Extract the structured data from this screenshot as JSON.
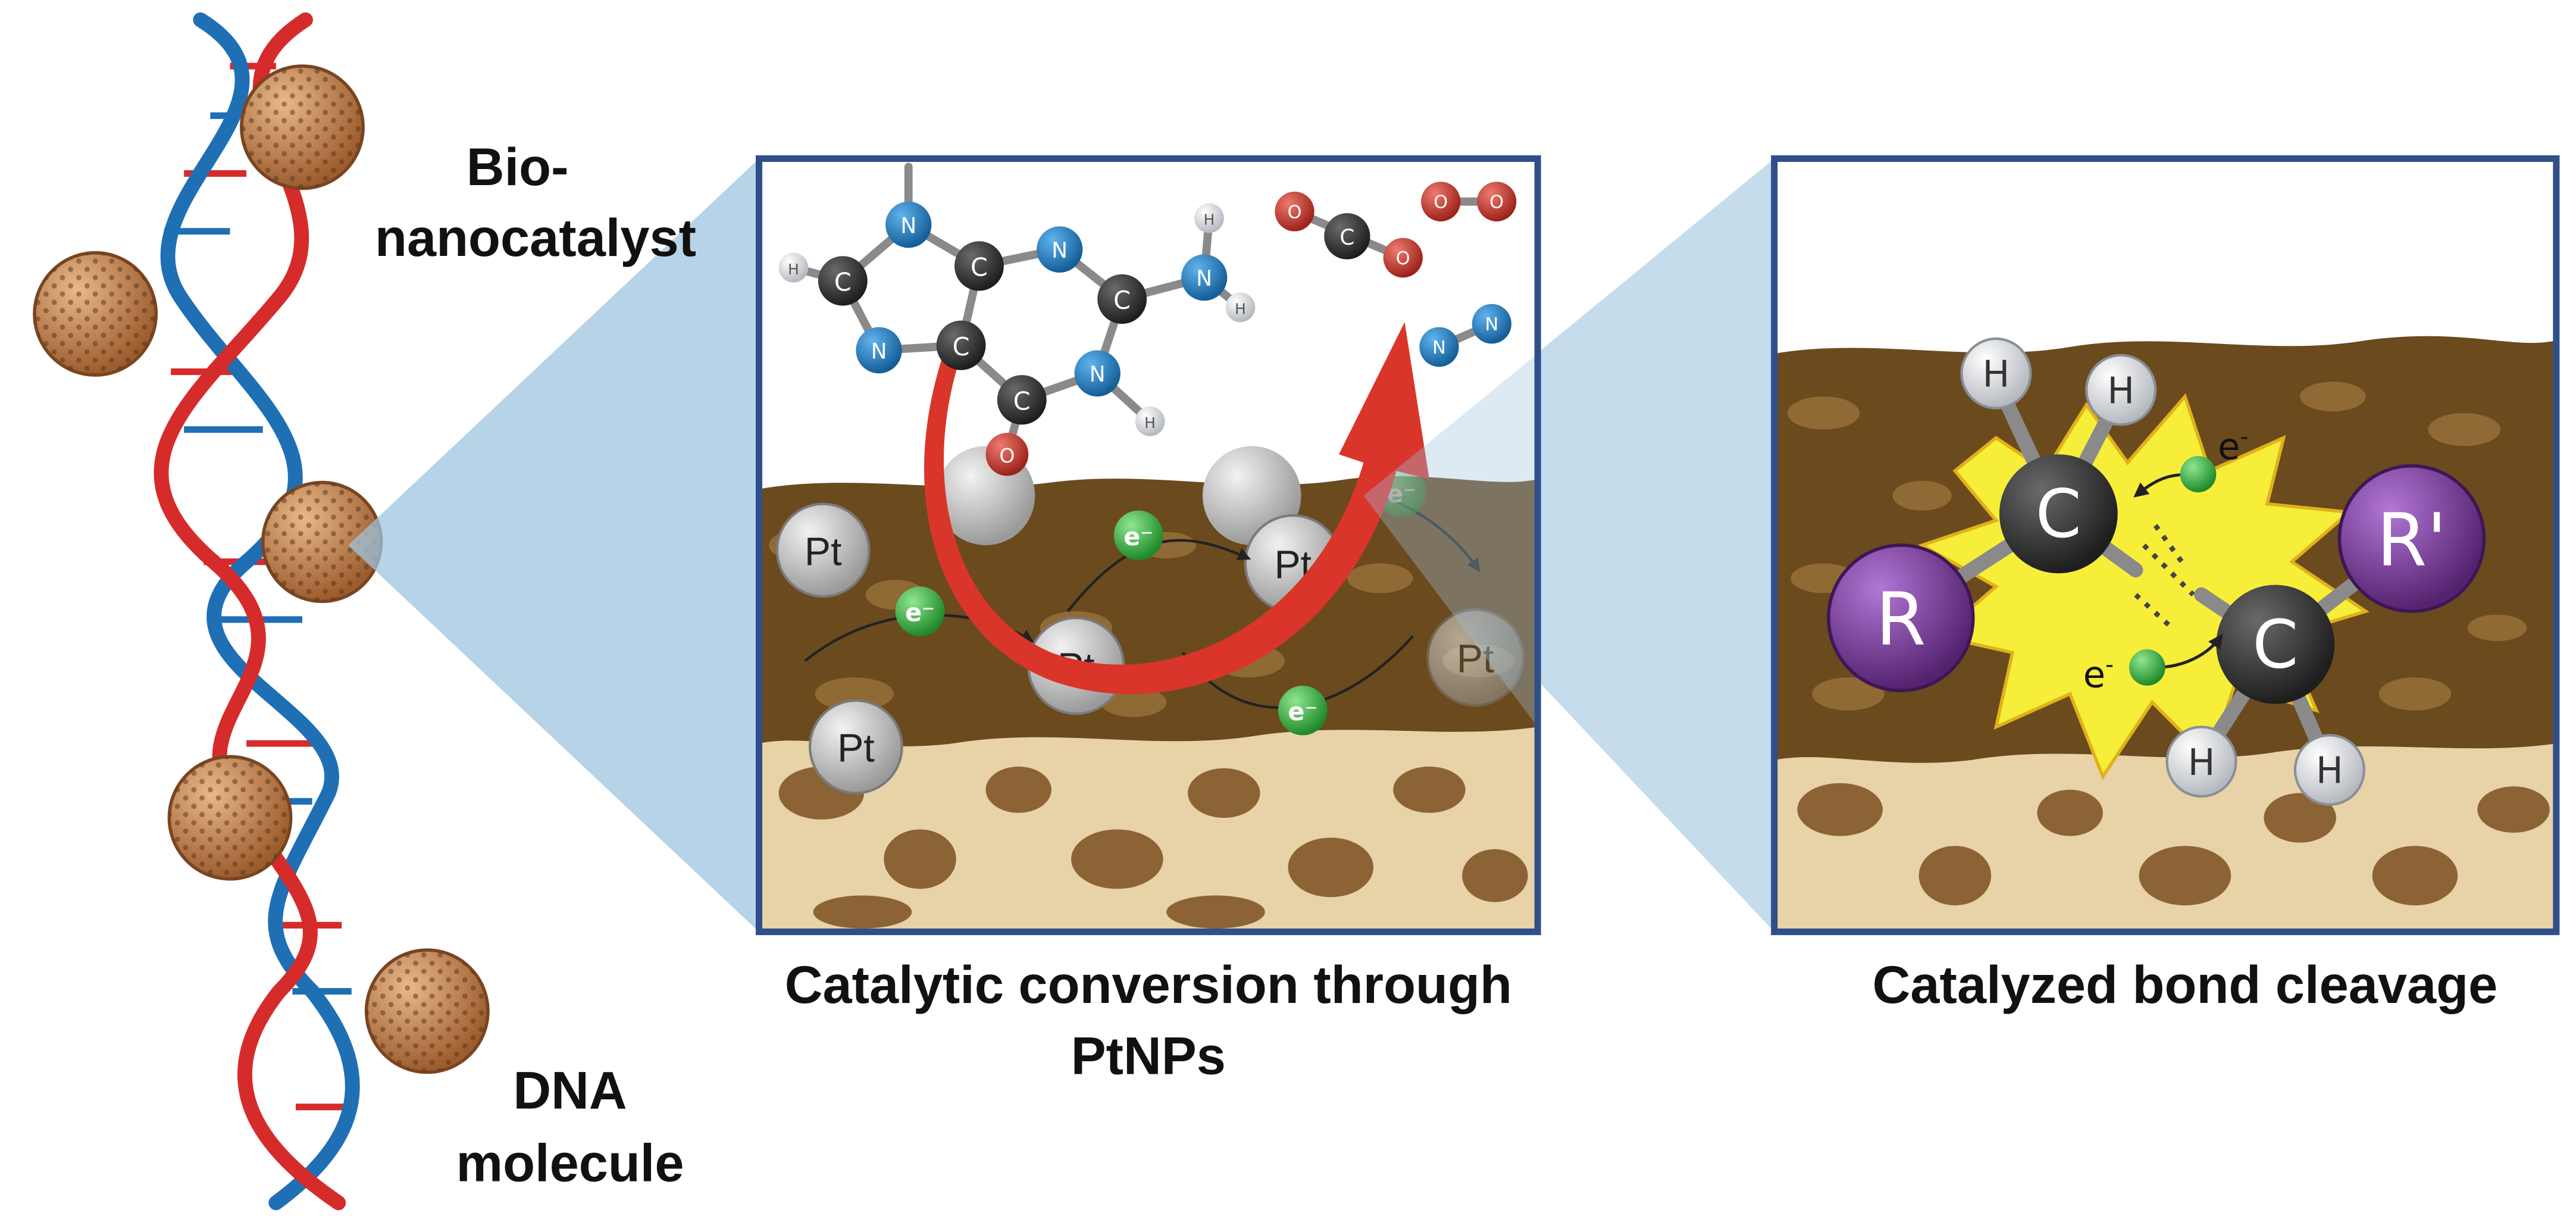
{
  "labels": {
    "bio_line1": "Bio-",
    "bio_line2": "nanocatalyst",
    "dna_line1": "DNA",
    "dna_line2": "molecule",
    "panel1_line1": "Catalytic conversion through",
    "panel1_line2": "PtNPs",
    "panel2": "Catalyzed bond cleavage"
  },
  "symbols": {
    "pt": "Pt",
    "electron": "e⁻",
    "electron_base": "e",
    "electron_sup": "-",
    "carbon": "C",
    "nitrogen": "N",
    "oxygen": "O",
    "hydrogen": "H",
    "r": "R",
    "r_prime": "R'"
  },
  "colors": {
    "strand_red": "#d62b2b",
    "strand_blue": "#1f6fb5",
    "nanoparticle": "#c98a5a",
    "projection": "#9fc4df",
    "frame": "#2f4f8a",
    "surface_dark": "#6b4a1e",
    "surface_light": "#e8d2a8",
    "electron": "#3cb043",
    "carbon_atom": "#3a3a3a",
    "nitrogen_atom": "#1f7fc8",
    "oxygen_atom": "#c9372c",
    "hydrogen_atom": "#e6e6e6",
    "r_atom": "#7b3f9e",
    "spark": "#f7ee3a",
    "arrow_red": "#d9352b",
    "pt_atom": "#b9b9b9"
  }
}
